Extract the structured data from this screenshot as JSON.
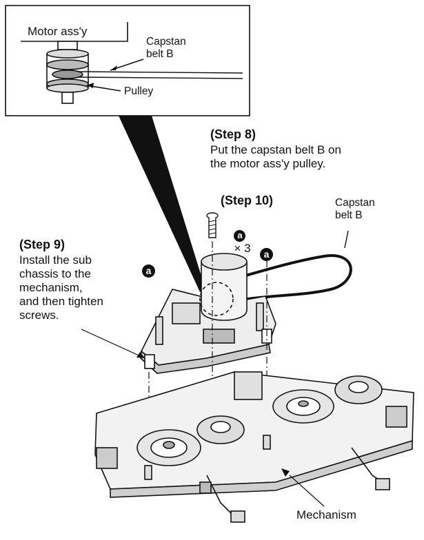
{
  "inset": {
    "motor_label": "Motor ass'y",
    "belt_label_line1": "Capstan",
    "belt_label_line2": "belt B",
    "pulley_label": "Pulley"
  },
  "step8": {
    "title": "(Step 8)",
    "line1": "Put the capstan belt B on",
    "line2": "the motor ass'y pulley."
  },
  "step10": {
    "title": "(Step 10)",
    "badge": "a",
    "count": "× 3"
  },
  "belt_label": {
    "line1": "Capstan",
    "line2": "belt B"
  },
  "step9": {
    "title": "(Step 9)",
    "line1": "Install the sub",
    "line2": "chassis to the",
    "line3": "mechanism,",
    "line4": "and then tighten",
    "line5": "screws."
  },
  "screw_badge": "a",
  "mechanism_label": "Mechanism"
}
